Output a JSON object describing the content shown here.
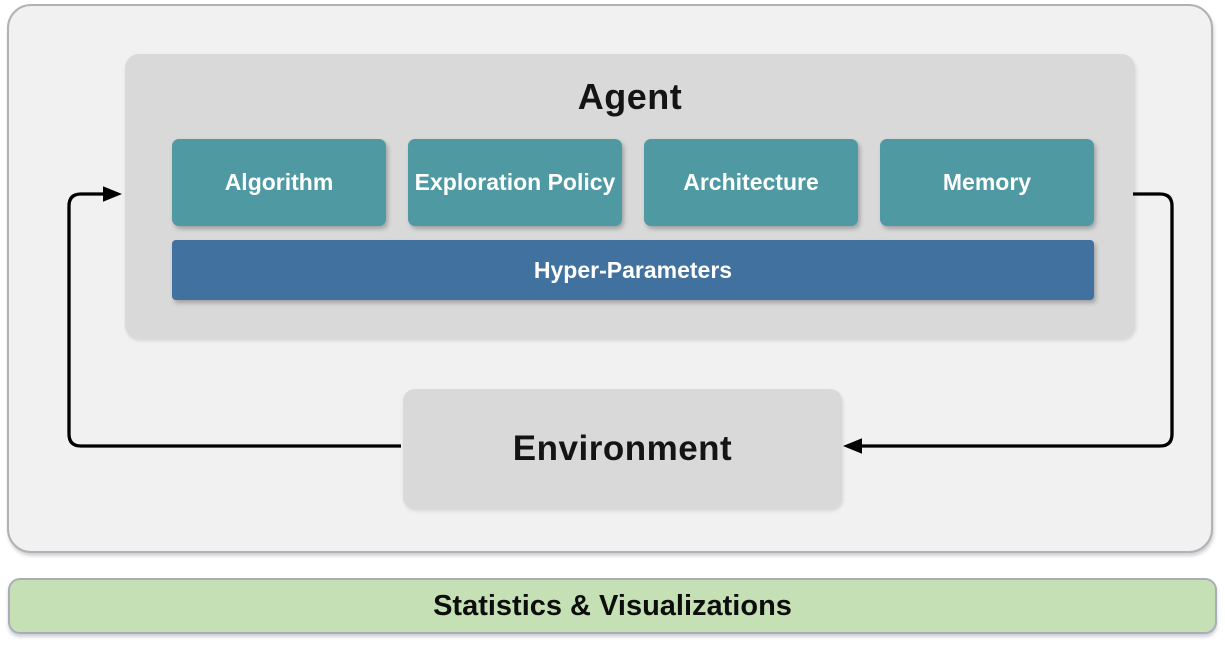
{
  "diagram": {
    "agent": {
      "title": "Agent",
      "modules": [
        {
          "label": "Algorithm"
        },
        {
          "label": "Exploration Policy"
        },
        {
          "label": "Architecture"
        },
        {
          "label": "Memory"
        }
      ],
      "hyper_parameters_label": "Hyper-Parameters"
    },
    "environment": {
      "title": "Environment"
    },
    "stats_bar": {
      "label": "Statistics & Visualizations"
    },
    "arrows": [
      {
        "name": "environment-to-agent-arrow",
        "direction": "from Environment left side, up and into Agent left side"
      },
      {
        "name": "agent-to-environment-arrow",
        "direction": "from Agent right side, down and into Environment right side"
      }
    ],
    "colors": {
      "module_teal": "#4e99a2",
      "hyper_blue": "#41719f",
      "box_gray": "#d9d9d9",
      "canvas_gray": "#f1f1f1",
      "stats_green": "#c5e0b4",
      "arrow_black": "#000000"
    }
  }
}
